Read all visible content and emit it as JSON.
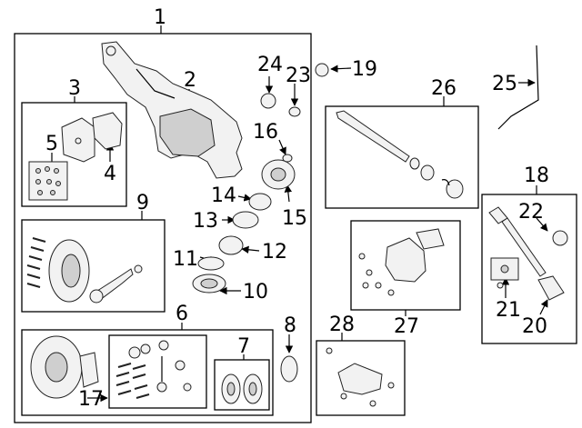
{
  "diagram": {
    "callouts": {
      "c1": "1",
      "c2": "2",
      "c3": "3",
      "c4": "4",
      "c5": "5",
      "c6": "6",
      "c7": "7",
      "c8": "8",
      "c9": "9",
      "c10": "10",
      "c11": "11",
      "c12": "12",
      "c13": "13",
      "c14": "14",
      "c15": "15",
      "c16": "16",
      "c17": "17",
      "c18": "18",
      "c19": "19",
      "c20": "20",
      "c21": "21",
      "c22": "22",
      "c23": "23",
      "c24": "24",
      "c25": "25",
      "c26": "26",
      "c27": "27",
      "c28": "28"
    }
  }
}
